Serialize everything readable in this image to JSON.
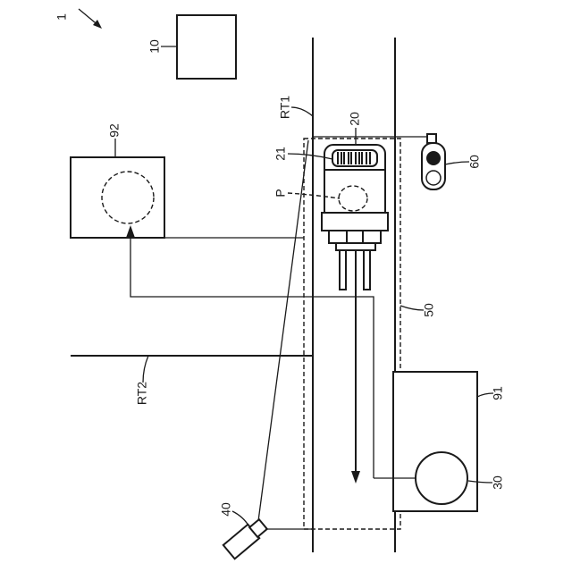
{
  "figure": {
    "ref_system": "1",
    "ref_server": "10",
    "ref_vehicle": "20",
    "ref_vehicle_marker": "21",
    "ref_wheel_sensor": "30",
    "ref_camera": "40",
    "ref_detection_area": "50",
    "ref_traffic_light": "60",
    "ref_controller_a": "91",
    "ref_display_b": "92",
    "ref_person": "P",
    "ref_route_1": "RT1",
    "ref_route_2": "RT2"
  }
}
